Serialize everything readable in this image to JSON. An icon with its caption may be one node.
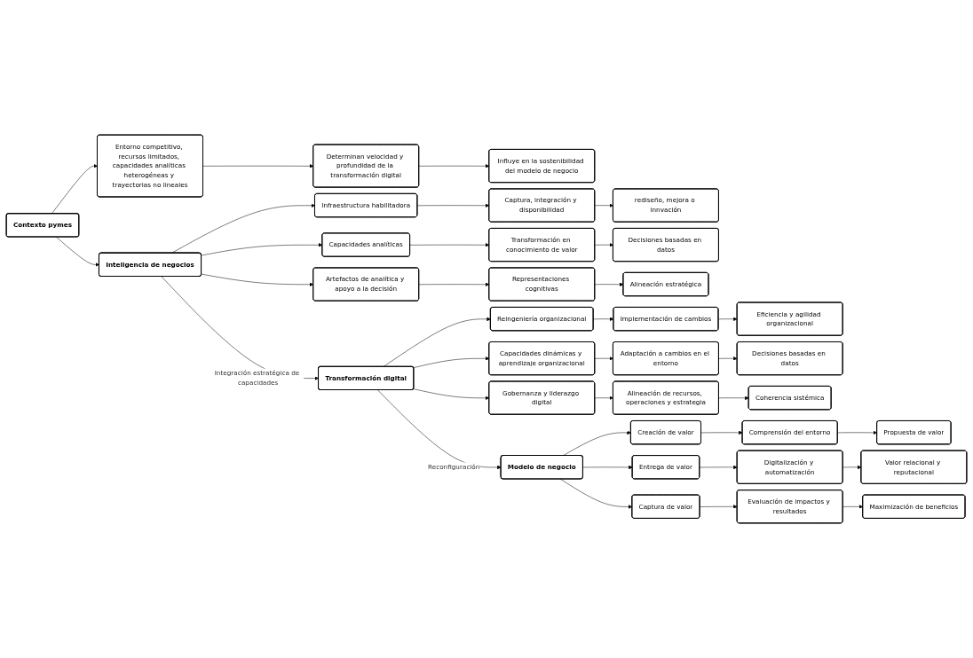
{
  "diagram": {
    "nodes": [
      {
        "text": [
          "Contexto pymes"
        ]
      },
      {
        "text": [
          "Entorno competitivo, recursos limitados, capacidades analíticas heterogéneas y trayectorias no lineales"
        ]
      },
      {
        "text": [
          "Determinan velocidad y profundidad de la transformación digital"
        ]
      },
      {
        "text": [
          "Influye en la sostenibilidad del modelo de negocio"
        ]
      },
      {
        "text": [
          "Inteligencia de negocios"
        ]
      },
      {
        "text": [
          "Infraestructura habilitadora"
        ]
      },
      {
        "text": [
          "Captura, integración y disponibilidad"
        ]
      },
      {
        "text": [
          "rediseño, mejora o innvación"
        ]
      },
      {
        "text": [
          "Capacidades analíticas"
        ]
      },
      {
        "text": [
          "Transformación en conocimiento de valor"
        ]
      },
      {
        "text": [
          "Decisiones basadas en datos"
        ]
      },
      {
        "text": [
          "Artefactos de analítica y apoyo a la decisión"
        ]
      },
      {
        "text": [
          "Representaciones cognitivas"
        ]
      },
      {
        "text": [
          "Alineación estratégica"
        ]
      },
      {
        "text": [
          "Transformación digital"
        ]
      },
      {
        "text": [
          "Reingeniería organizacional"
        ]
      },
      {
        "text": [
          "Implementación de cambios"
        ]
      },
      {
        "text": [
          "Eficiencia y agilidad organizacional"
        ]
      },
      {
        "text": [
          "Capacidades dinámicas y aprendizaje organizacional"
        ]
      },
      {
        "text": [
          "Adaptación a cambios en el entorno"
        ]
      },
      {
        "text": [
          "Decisiones basadas en datos"
        ]
      },
      {
        "text": [
          "Gobernanza y liderazgo digital"
        ]
      },
      {
        "text": [
          "Alineación de recursos, operaciones y estrategia"
        ]
      },
      {
        "text": [
          "Coherencia sistémica"
        ]
      },
      {
        "text": [
          "Modelo de negocio"
        ]
      },
      {
        "text": [
          "Creación de valor"
        ]
      },
      {
        "text": [
          "Comprensión del entorno"
        ]
      },
      {
        "text": [
          "Propuesta de valor"
        ]
      },
      {
        "text": [
          "Entrega de valor"
        ]
      },
      {
        "text": [
          "Digitalización y automatización"
        ]
      },
      {
        "text": [
          "Valor relacional y reputacional"
        ]
      },
      {
        "text": [
          "Captura de valor"
        ]
      },
      {
        "text": [
          "Evaluación de impactos y resultados"
        ]
      },
      {
        "text": [
          "Maximización de beneficios"
        ]
      }
    ],
    "edges": [
      {
        "from": 0,
        "to": 1,
        "arrow": "to"
      },
      {
        "from": 1,
        "to": 2,
        "arrow": "to"
      },
      {
        "from": 2,
        "to": 3,
        "arrow": "to"
      },
      {
        "from": 0,
        "to": 4,
        "arrow": "to"
      },
      {
        "from": 4,
        "to": 5,
        "arrow": "to"
      },
      {
        "from": 4,
        "to": 8,
        "arrow": "to"
      },
      {
        "from": 4,
        "to": 11,
        "arrow": "to"
      },
      {
        "from": 5,
        "to": 6,
        "arrow": "to"
      },
      {
        "from": 6,
        "to": 7,
        "arrow": "to"
      },
      {
        "from": 8,
        "to": 9,
        "arrow": "to"
      },
      {
        "from": 9,
        "to": 10,
        "arrow": "to"
      },
      {
        "from": 11,
        "to": 12,
        "arrow": "to"
      },
      {
        "from": 12,
        "to": 13,
        "arrow": "to"
      },
      {
        "from": 4,
        "to": 14,
        "arrow": "to",
        "label": "Integración estratégica de capacidades"
      },
      {
        "from": 14,
        "to": 15,
        "arrow": "to"
      },
      {
        "from": 14,
        "to": 18,
        "arrow": "to"
      },
      {
        "from": 14,
        "to": 21,
        "arrow": "to"
      },
      {
        "from": 15,
        "to": 16,
        "arrow": "to"
      },
      {
        "from": 16,
        "to": 17,
        "arrow": "to"
      },
      {
        "from": 18,
        "to": 19,
        "arrow": "to"
      },
      {
        "from": 19,
        "to": 20,
        "arrow": "to"
      },
      {
        "from": 21,
        "to": 22,
        "arrow": "to"
      },
      {
        "from": 22,
        "to": 23,
        "arrow": "to"
      },
      {
        "from": 14,
        "to": 24,
        "arrow": "to",
        "label": "Reconfiguración"
      },
      {
        "from": 24,
        "to": 25,
        "arrow": "to"
      },
      {
        "from": 24,
        "to": 28,
        "arrow": "to"
      },
      {
        "from": 24,
        "to": 31,
        "arrow": "to"
      },
      {
        "from": 25,
        "to": 26,
        "arrow": "to"
      },
      {
        "from": 26,
        "to": 27,
        "arrow": "to"
      },
      {
        "from": 28,
        "to": 29,
        "arrow": "to"
      },
      {
        "from": 29,
        "to": 30,
        "arrow": "to"
      },
      {
        "from": 31,
        "to": 32,
        "arrow": "to"
      },
      {
        "from": 32,
        "to": 33,
        "arrow": "to"
      }
    ]
  }
}
